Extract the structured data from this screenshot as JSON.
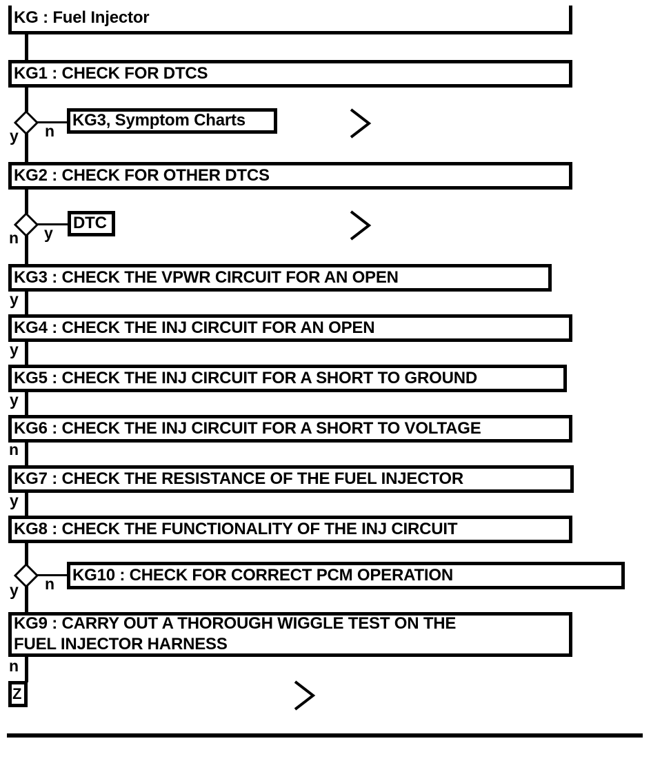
{
  "document": {
    "title": "KG : Fuel Injector",
    "kind": "diagnostic-flowchart"
  },
  "chart_data": {
    "type": "diagram",
    "title": "KG : Fuel Injector",
    "nodes": [
      {
        "id": "KG",
        "label": "KG : Fuel Injector",
        "shape": "title-box"
      },
      {
        "id": "KG1",
        "label": "KG1 : CHECK FOR DTCS",
        "shape": "process"
      },
      {
        "id": "KG3SC",
        "label": "KG3, Symptom Charts",
        "shape": "reference"
      },
      {
        "id": "KG2",
        "label": "KG2 : CHECK FOR OTHER DTCS",
        "shape": "process"
      },
      {
        "id": "DTC",
        "label": "DTC",
        "shape": "reference"
      },
      {
        "id": "KG3",
        "label": "KG3 : CHECK THE VPWR CIRCUIT FOR AN OPEN",
        "shape": "process"
      },
      {
        "id": "KG4",
        "label": "KG4 : CHECK THE INJ CIRCUIT FOR AN OPEN",
        "shape": "process"
      },
      {
        "id": "KG5",
        "label": "KG5 : CHECK THE INJ CIRCUIT FOR A SHORT TO GROUND",
        "shape": "process"
      },
      {
        "id": "KG6",
        "label": "KG6 : CHECK THE INJ CIRCUIT FOR A SHORT TO VOLTAGE",
        "shape": "process"
      },
      {
        "id": "KG7",
        "label": "KG7 : CHECK THE RESISTANCE OF THE FUEL INJECTOR",
        "shape": "process"
      },
      {
        "id": "KG8",
        "label": "KG8 : CHECK THE FUNCTIONALITY OF THE INJ CIRCUIT",
        "shape": "process"
      },
      {
        "id": "KG10",
        "label": "KG10 : CHECK FOR CORRECT PCM OPERATION",
        "shape": "process"
      },
      {
        "id": "KG9",
        "label": "KG9 : CARRY OUT A THOROUGH WIGGLE TEST ON THE\nFUEL INJECTOR HARNESS",
        "shape": "process"
      },
      {
        "id": "Z",
        "label": "Z",
        "shape": "terminal"
      }
    ],
    "branch_labels": [
      "y",
      "n",
      "y",
      "n",
      "y",
      "y",
      "y",
      "n",
      "y",
      "y",
      "n",
      "n"
    ],
    "edges": [
      {
        "from": "KG",
        "to": "KG1",
        "label": ""
      },
      {
        "from": "KG1",
        "to": "decision1",
        "label": ""
      },
      {
        "from": "decision1",
        "to": "KG3SC",
        "label": "n"
      },
      {
        "from": "decision1",
        "to": "KG2",
        "label": "y"
      },
      {
        "from": "KG2",
        "to": "decision2",
        "label": ""
      },
      {
        "from": "decision2",
        "to": "DTC",
        "label": "y"
      },
      {
        "from": "decision2",
        "to": "KG3",
        "label": "n"
      },
      {
        "from": "KG3",
        "to": "KG4",
        "label": "y"
      },
      {
        "from": "KG4",
        "to": "KG5",
        "label": "y"
      },
      {
        "from": "KG5",
        "to": "KG6",
        "label": "y"
      },
      {
        "from": "KG6",
        "to": "KG7",
        "label": "n"
      },
      {
        "from": "KG7",
        "to": "KG8",
        "label": "y"
      },
      {
        "from": "KG8",
        "to": "decision3",
        "label": "y"
      },
      {
        "from": "decision3",
        "to": "KG10",
        "label": "n"
      },
      {
        "from": "decision3",
        "to": "KG9",
        "label": "y"
      },
      {
        "from": "KG9",
        "to": "Z",
        "label": "n"
      }
    ],
    "off_page_connectors": 3,
    "colors": {
      "stroke": "#000000",
      "fill": "#ffffff",
      "text": "#000000"
    }
  },
  "labels": {
    "y": "y",
    "n": "n"
  }
}
